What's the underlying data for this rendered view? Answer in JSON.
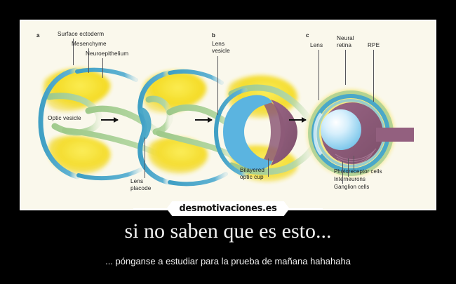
{
  "poster": {
    "background_color": "#000000",
    "panel_background_color": "#faf8ec",
    "panel_border_color": "#ffffff"
  },
  "watermark": {
    "text": "desmotivaciones.es"
  },
  "caption": {
    "title": "si no saben que es esto...",
    "subtitle": "... pónganse a estudiar para la prueba de mañana hahahaha"
  },
  "figure": {
    "panels": [
      {
        "letter": "a"
      },
      {
        "letter": "b"
      },
      {
        "letter": "c"
      }
    ],
    "labels": {
      "surface_ectoderm": "Surface ectoderm",
      "mesenchyme": "Mesenchyme",
      "neuroepithelium": "Neuroepithelium",
      "optic_vesicle": "Optic vesicle",
      "lens_placode_line1": "Lens",
      "lens_placode_line2": "placode",
      "lens_vesicle_line1": "Lens",
      "lens_vesicle_line2": "vesicle",
      "bilayered_optic_cup_line1": "Bilayered",
      "bilayered_optic_cup_line2": "optic cup",
      "lens": "Lens",
      "neural_retina_line1": "Neural",
      "neural_retina_line2": "retina",
      "rpe": "RPE",
      "photoreceptor_cells": "Photoreceptor cells",
      "interneurons": "Interneurons",
      "ganglion_cells": "Ganglion cells"
    },
    "colors": {
      "surface_ectoderm": "#4aa8c8",
      "mesenchyme": "#f2d91f",
      "neuroepithelium": "#a8cf93",
      "lens_vesicle": "#5bb4e0",
      "optic_cup": "#8d5a78",
      "neural_retina": "#8d5a78",
      "lens_sphere": "#bfe4f7",
      "leader_line": "#55555a",
      "arrow": "#111111"
    }
  }
}
